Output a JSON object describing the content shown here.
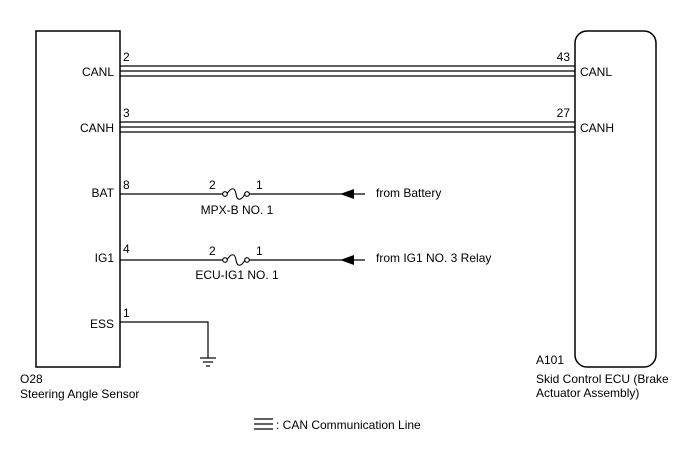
{
  "left_component": {
    "code": "O28",
    "name": "Steering Angle Sensor",
    "pins": [
      {
        "label": "CANL",
        "number": "2"
      },
      {
        "label": "CANH",
        "number": "3"
      },
      {
        "label": "BAT",
        "number": "8"
      },
      {
        "label": "IG1",
        "number": "4"
      },
      {
        "label": "ESS",
        "number": "1"
      }
    ]
  },
  "right_component": {
    "code": "A101",
    "name_line1": "Skid Control ECU (Brake",
    "name_line2": "Actuator Assembly)",
    "pins": [
      {
        "label": "CANL",
        "number": "43"
      },
      {
        "label": "CANH",
        "number": "27"
      }
    ]
  },
  "fuses": [
    {
      "name": "MPX-B NO. 1",
      "pin_left": "2",
      "pin_right": "1",
      "source": "from Battery"
    },
    {
      "name": "ECU-IG1 NO. 1",
      "pin_left": "2",
      "pin_right": "1",
      "source": "from IG1 NO. 3 Relay"
    }
  ],
  "legend": {
    "text": ": CAN Communication Line"
  }
}
